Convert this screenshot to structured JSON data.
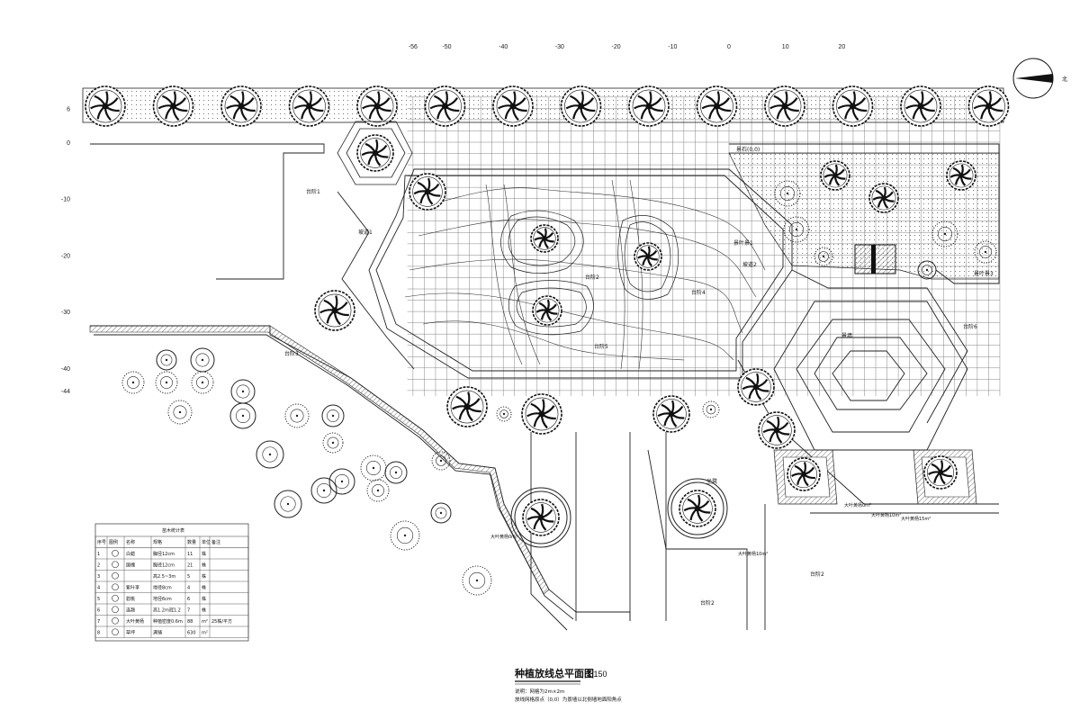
{
  "drawing": {
    "title": "种植放线总平面图",
    "scale": "1:150",
    "note_line1": "说明：网格为2m×2m",
    "note_line2": "放线网格原点（0,0）为景墙以北侧墙地面阳角点",
    "north_label": "北"
  },
  "grid": {
    "x_ticks": [
      "-56",
      "-50",
      "-40",
      "-30",
      "-20",
      "-10",
      "0",
      "10",
      "20"
    ],
    "y_ticks": [
      "6",
      "0",
      "-10",
      "-20",
      "-30",
      "-40",
      "-44"
    ]
  },
  "labels": {
    "step1": "台阶1",
    "ramp1": "坡道1",
    "step2": "台阶2",
    "step4": "台阶4",
    "step5": "台阶5",
    "step3": "台阶3",
    "step6": "台阶6",
    "ramp2": "坡道2",
    "plants1": "景叶景1",
    "plants3": "景叶景3",
    "wall": "景墙",
    "seat": "坐凳",
    "step_b": "台阶2",
    "step_c": "台阶2",
    "pave": "景石(0,0)",
    "area1": "大叶黄杨0m²",
    "area2": "大叶黄杨10m²",
    "area3": "大叶黄杨10m²",
    "area4": "大叶黄杨0m²",
    "area5": "大叶黄杨15m²"
  },
  "table": {
    "title": "苗木统计表",
    "headers": [
      "序号",
      "图例",
      "名称",
      "规格",
      "数量",
      "单位",
      "备注"
    ],
    "rows": [
      [
        "1",
        "",
        "白蜡",
        "胸径12cm",
        "11",
        "株",
        ""
      ],
      [
        "2",
        "",
        "国槐",
        "胸径12cm",
        "21",
        "株",
        ""
      ],
      [
        "3",
        "",
        "",
        "高2.5~3m",
        "5",
        "株",
        ""
      ],
      [
        "4",
        "",
        "紫叶李",
        "地径8cm",
        "4",
        "株",
        ""
      ],
      [
        "5",
        "",
        "碧桃",
        "地径6cm",
        "6",
        "株",
        ""
      ],
      [
        "6",
        "",
        "连翘",
        "高1.2m冠1.2",
        "7",
        "株",
        ""
      ],
      [
        "7",
        "",
        "大叶黄杨",
        "种植密度0.6m",
        "88",
        "m²",
        "25株/平方"
      ],
      [
        "8",
        "",
        "草坪",
        "满铺",
        "630",
        "m²",
        ""
      ]
    ]
  }
}
